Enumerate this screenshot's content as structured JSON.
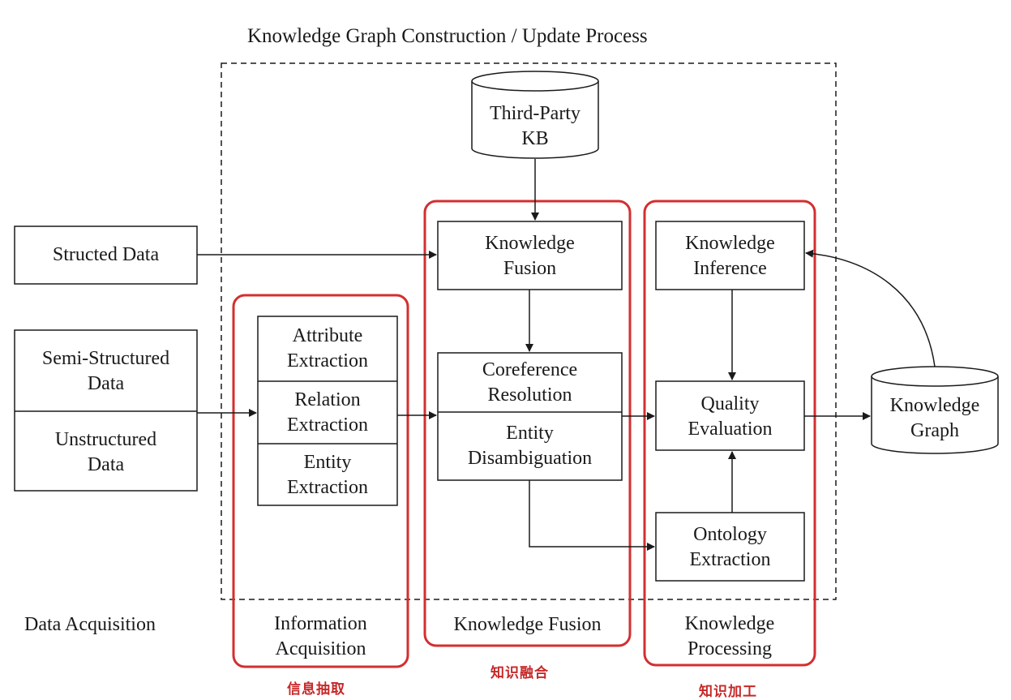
{
  "title": "Knowledge Graph Construction / Update Process",
  "colors": {
    "line": "#1a1a1a",
    "highlight": "#d32f2f",
    "highlight_label": "#c62828"
  },
  "sources": {
    "structured": "Structed Data",
    "semi_structured": "Semi-Structured\nData",
    "unstructured": "Unstructured\nData"
  },
  "third_party_kb": "Third-Party\nKB",
  "information_extraction": {
    "attribute": "Attribute\nExtraction",
    "relation": "Relation\nExtraction",
    "entity": "Entity\nExtraction"
  },
  "knowledge_fusion": {
    "fusion": "Knowledge\nFusion",
    "coreference": "Coreference\nResolution",
    "disambiguation": "Entity\nDisambiguation"
  },
  "knowledge_processing": {
    "inference": "Knowledge\nInference",
    "quality": "Quality\nEvaluation",
    "ontology": "Ontology\nExtraction"
  },
  "knowledge_graph": "Knowledge\nGraph",
  "stage_labels": {
    "data_acquisition": "Data Acquisition",
    "information_acquisition": "Information\nAcquisition",
    "knowledge_fusion": "Knowledge Fusion",
    "knowledge_processing": "Knowledge\nProcessing"
  },
  "chinese_labels": {
    "information_extraction": "信息抽取",
    "knowledge_fusion": "知识融合",
    "knowledge_processing": "知识加工"
  }
}
